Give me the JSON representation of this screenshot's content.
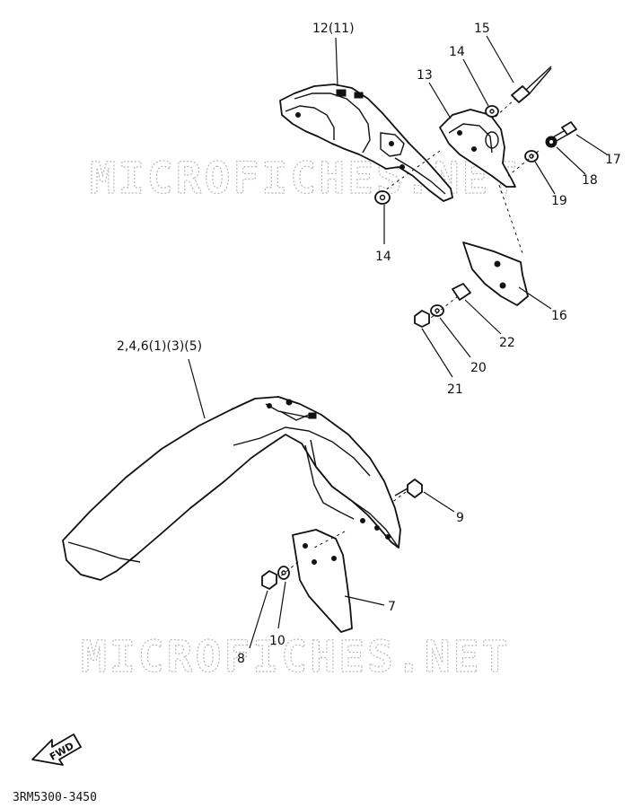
{
  "watermark": {
    "text": "MICROFICHES.NET"
  },
  "diagram_code": "3RM5300-3450",
  "fwd_label": "FWD",
  "callouts": {
    "c_12_11": "12(11)",
    "c_15": "15",
    "c_14_top": "14",
    "c_13": "13",
    "c_14_bot": "14",
    "c_17": "17",
    "c_18": "18",
    "c_19": "19",
    "c_16": "16",
    "c_22": "22",
    "c_20": "20",
    "c_21": "21",
    "c_2_4_6": "2,4,6(1)(3)(5)",
    "c_9": "9",
    "c_7": "7",
    "c_10": "10",
    "c_8": "8"
  }
}
